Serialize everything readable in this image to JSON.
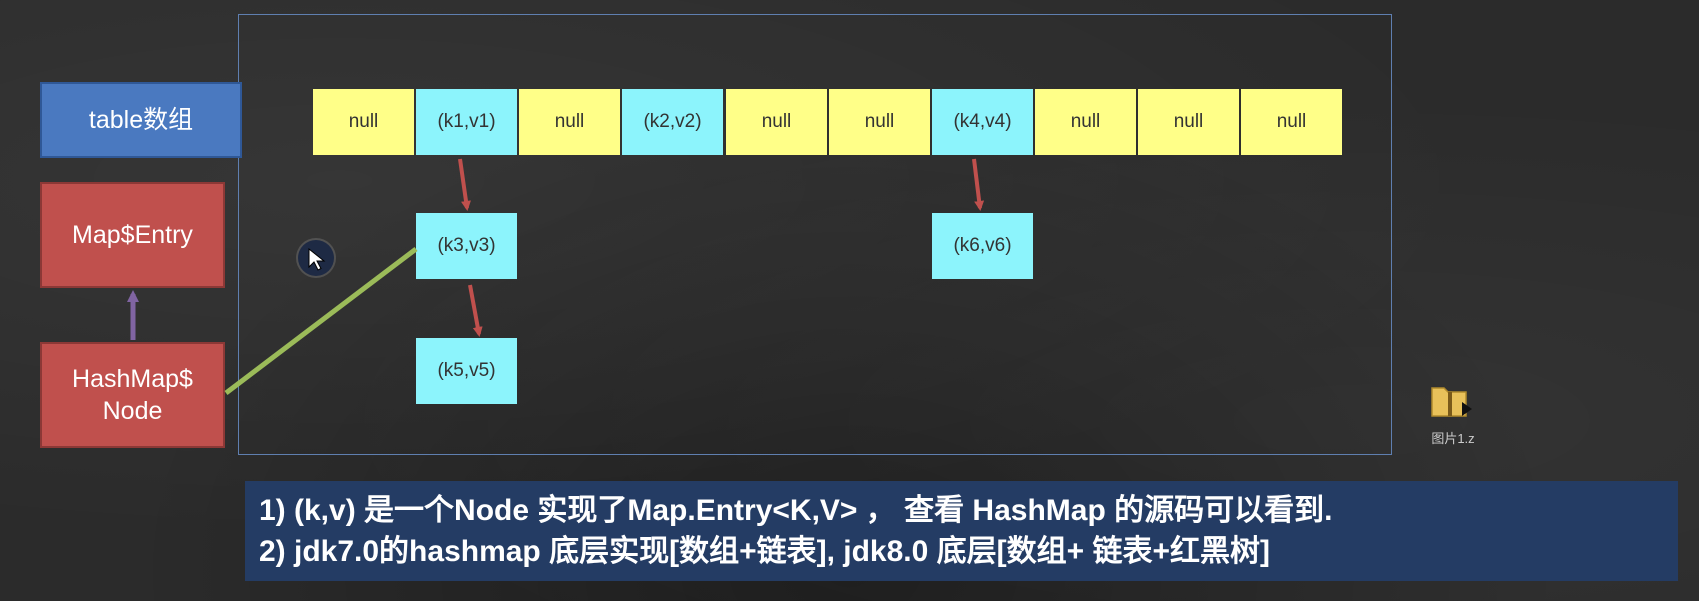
{
  "side": {
    "table_label": "table数组",
    "entry_label": "Map$Entry",
    "node_label_line1": "HashMap$",
    "node_label_line2": "Node"
  },
  "table_cells": [
    "null",
    "(k1,v1)",
    "null",
    "(k2,v2)",
    "null",
    "null",
    "(k4,v4)",
    "null",
    "null",
    "null"
  ],
  "chain_nodes": {
    "k3": "(k3,v3)",
    "k5": "(k5,v5)",
    "k6": "(k6,v6)"
  },
  "desktop_icon": {
    "label": "图片1.z"
  },
  "notes": [
    "1) (k,v) 是一个Node 实现了Map.Entry<K,V> ， 查看 HashMap 的源码可以看到.",
    "2) jdk7.0的hashmap 底层实现[数组+链表], jdk8.0 底层[数组+ 链表+红黑树]"
  ],
  "colors": {
    "null_cell": "#ffff88",
    "entry_cell": "#8cf4fc",
    "arrow": "#c0504d",
    "inherit_arrow": "#8064a2",
    "connector": "#9bbb59",
    "note_bg": "#243c64"
  }
}
